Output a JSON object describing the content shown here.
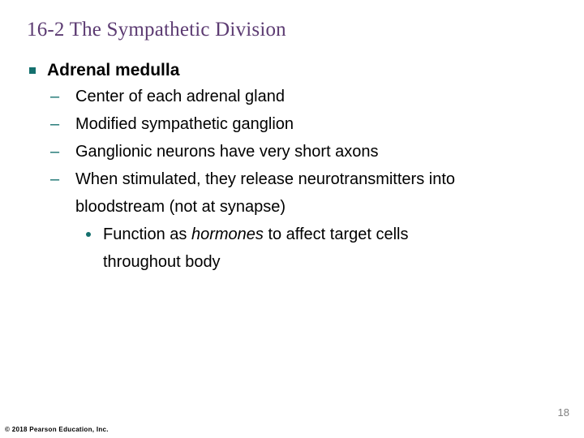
{
  "slide": {
    "title": "16-2 The Sympathetic Division",
    "title_color": "#5C3B72",
    "background_color": "#FFFFFF",
    "bullet_color": "#14706E",
    "text_color": "#000000",
    "page_number": "18",
    "copyright": "© 2018 Pearson Education, Inc.",
    "page_number_color": "#808080"
  },
  "content": {
    "level1": {
      "marker": "square-bullet",
      "text": "Adrenal medulla"
    },
    "level2": [
      {
        "marker": "dash-bullet",
        "text": "Center of each adrenal gland"
      },
      {
        "marker": "dash-bullet",
        "text": "Modified sympathetic ganglion"
      },
      {
        "marker": "dash-bullet",
        "text": "Ganglionic neurons have very short axons"
      },
      {
        "marker": "dash-bullet",
        "text": "When stimulated, they release neurotransmitters into bloodstream (not at synapse)"
      }
    ],
    "level3": [
      {
        "marker": "dot-bullet",
        "text_before": "Function as ",
        "text_italic": "hormones",
        "text_after": " to affect target cells throughout body"
      }
    ],
    "dash_glyph": "–"
  }
}
